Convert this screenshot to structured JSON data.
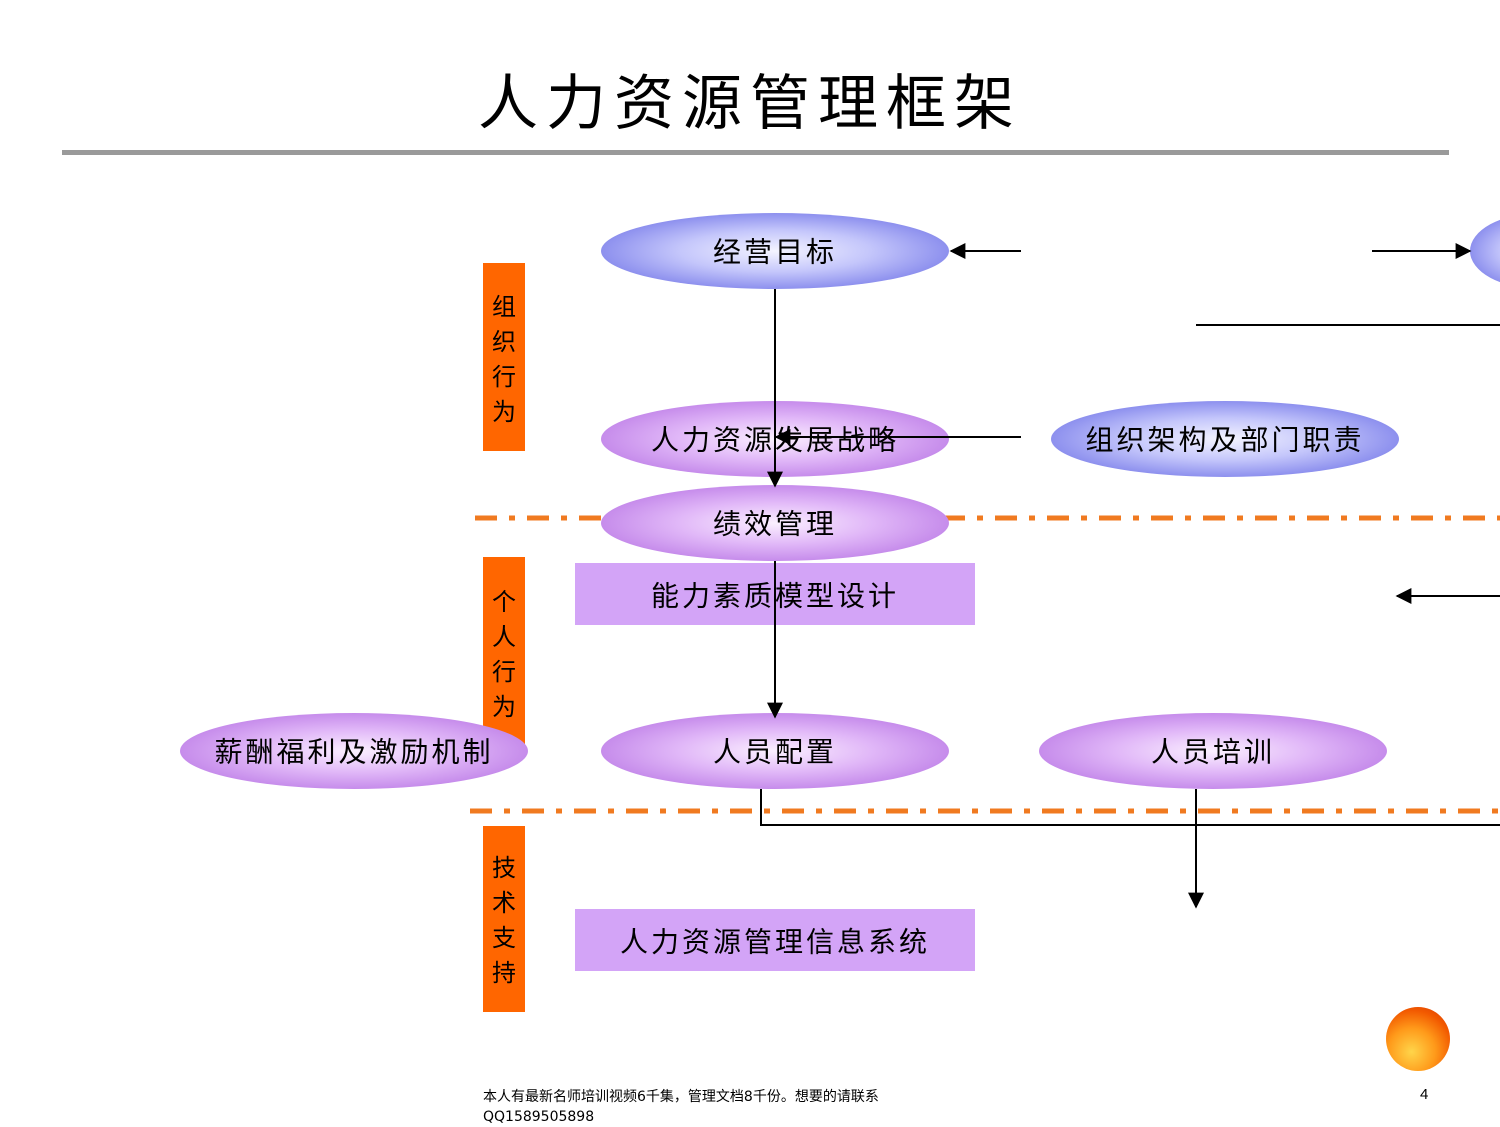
{
  "title": "人力资源管理框架",
  "side_labels": {
    "org": [
      "组",
      "织",
      "行",
      "为"
    ],
    "individual": [
      "个",
      "人",
      "行",
      "为"
    ],
    "tech": [
      "技",
      "术",
      "支",
      "持"
    ]
  },
  "nodes": {
    "business_goal": "经营目标",
    "hr_strategy": "人力资源发展战略",
    "org_structure": "组织架构及部门职责",
    "performance": "绩效管理",
    "competency_model": "能力素质模型设计",
    "compensation": "薪酬福利及激励机制",
    "staffing": "人员配置",
    "training": "人员培训",
    "hris": "人力资源管理信息系统"
  },
  "footer": {
    "line1": "本人有最新名师培训视频6千集，管理文档8千份。想要的请联系",
    "line2": "QQ1589505898"
  },
  "page_number": "4",
  "colors": {
    "orange": "#ff6600",
    "ellipse_blue": "#a3a6f5",
    "ellipse_purple": "#d39cf0",
    "rect_purple": "#d3a4f7",
    "rule_gray": "#9a9a9a"
  }
}
